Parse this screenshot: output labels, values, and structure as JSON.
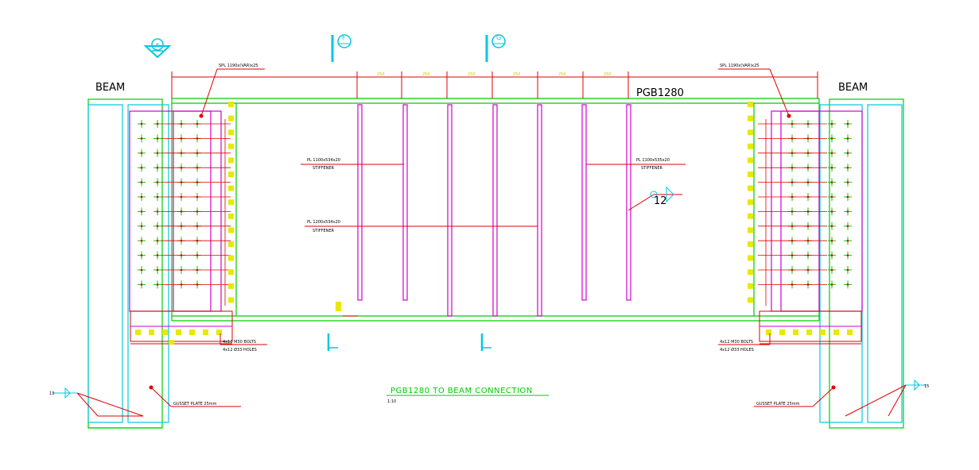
{
  "colors": {
    "background": "#ffffff",
    "green": "#00cc00",
    "cyan": "#00c8e0",
    "magenta": "#d000d0",
    "red": "#e00000",
    "yellow": "#e8e800",
    "text": "#000000"
  },
  "labels": {
    "beam_left": "BEAM",
    "beam_right": "BEAM",
    "member": "PGB1280",
    "splice_left": "SPL 1190x(VAR)x25",
    "splice_right": "SPL 1190x(VAR)x25",
    "stiffener_left_top_1": "PL 1100x534x20",
    "stiffener_left_top_2": "STIFFENER",
    "stiffener_left_mid_1": "PL 1200x534x20",
    "stiffener_left_mid_2": "STIFFENER",
    "stiffener_right_1": "PL 1100x535x20",
    "stiffener_right_2": "STIFFENER",
    "weld_size": "12",
    "bolts_left_1": "4x12 M30 BOLTS",
    "bolts_left_2": "4x12 Ø33 HOLES",
    "bolts_right_1": "4x12 M30 BOLTS",
    "bolts_right_2": "4x12 Ø33 HOLES",
    "gusset_left": "GUSSET PLATE 25mm",
    "gusset_right": "GUSSET PLATE 25mm",
    "weld_left": "13",
    "weld_right": "15",
    "title": "PGB1280 TO BEAM CONNECTION",
    "scale": "1:10",
    "section_a": "A",
    "section_f": "F",
    "section_g": "G"
  },
  "dimensions": {
    "top_spacings": [
      "250",
      "250",
      "250",
      "250",
      "250",
      "250"
    ]
  }
}
